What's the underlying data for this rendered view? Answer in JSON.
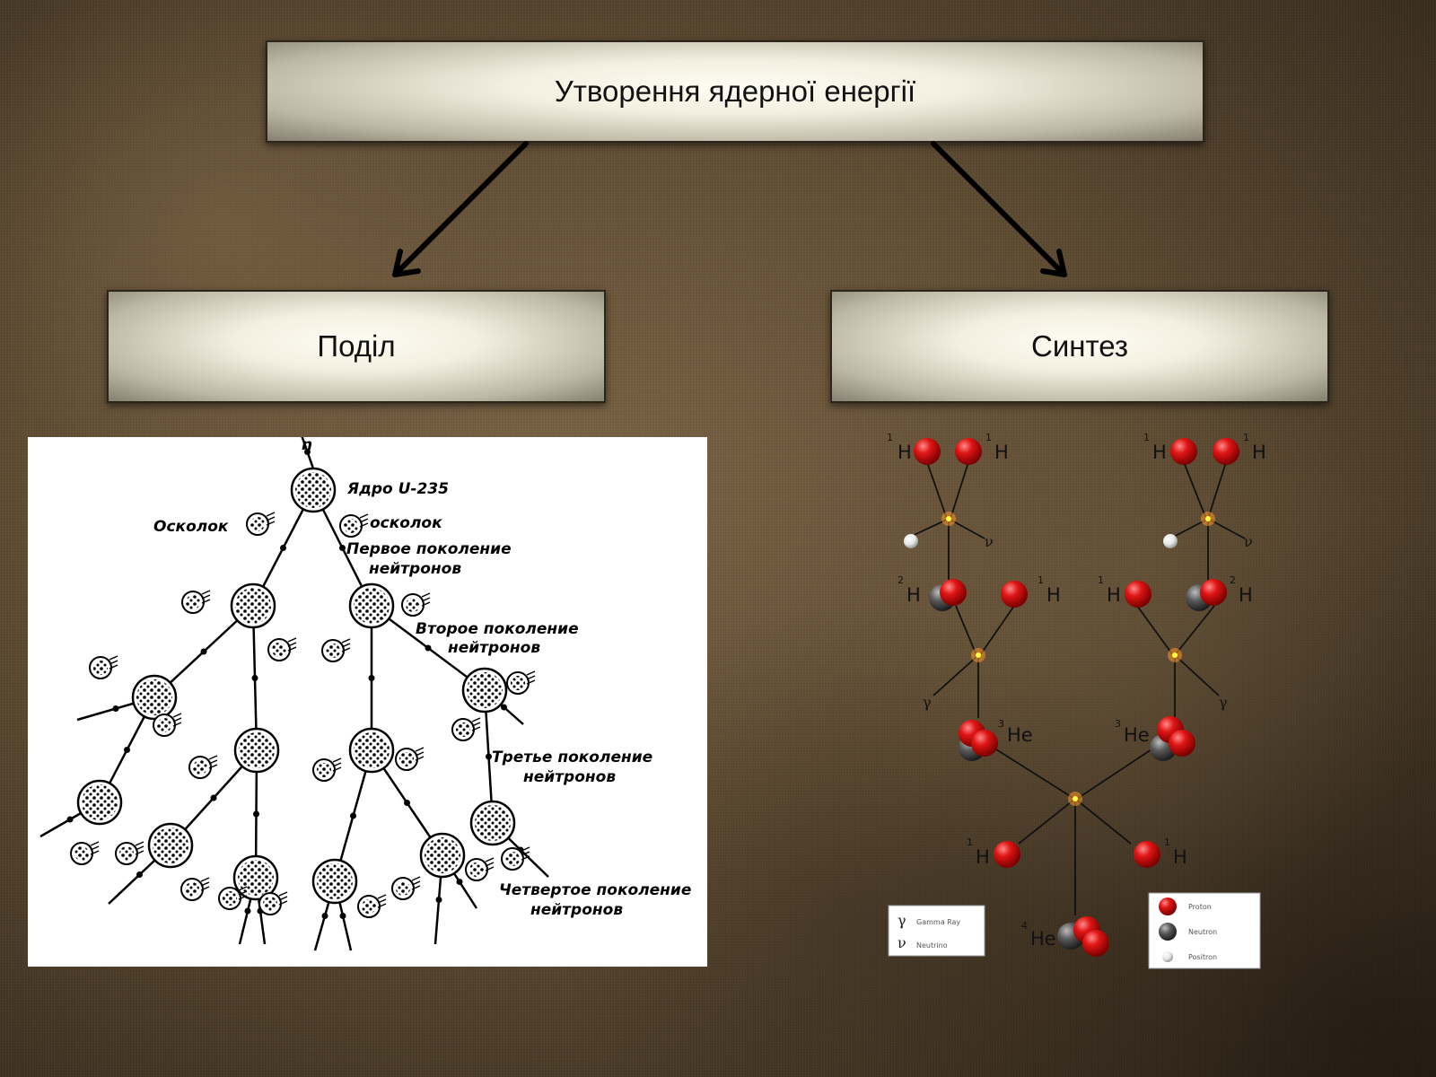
{
  "title": "Утворення ядерної енергії",
  "branches": {
    "fission": "Поділ",
    "fusion": "Синтез"
  },
  "fission_diagram": {
    "neutron": "n",
    "nucleus": "Ядро U-235",
    "fragment_left": "Осколок",
    "fragment_right": "осколок",
    "gen1": [
      "Первое поколение",
      "нейтронов"
    ],
    "gen2": [
      "Второе поколение",
      "нейтронов"
    ],
    "gen3": [
      "Третье поколение",
      "нейтронов"
    ],
    "gen4": [
      "Четвертое поколение",
      "нейтронов"
    ]
  },
  "fusion_diagram": {
    "h": "H",
    "he": "He",
    "iso_1": "1",
    "iso_2": "2",
    "iso_3": "3",
    "iso_4": "4",
    "gamma": "γ",
    "nu": "ν",
    "legend_left": [
      {
        "symbol": "γ",
        "label": "Gamma Ray"
      },
      {
        "symbol": "ν",
        "label": "Neutrino"
      }
    ],
    "legend_right": [
      {
        "label": "Proton",
        "color": "#dd1111"
      },
      {
        "label": "Neutron",
        "color": "#555555"
      },
      {
        "label": "Positron",
        "color": "#eeeeee"
      }
    ]
  }
}
